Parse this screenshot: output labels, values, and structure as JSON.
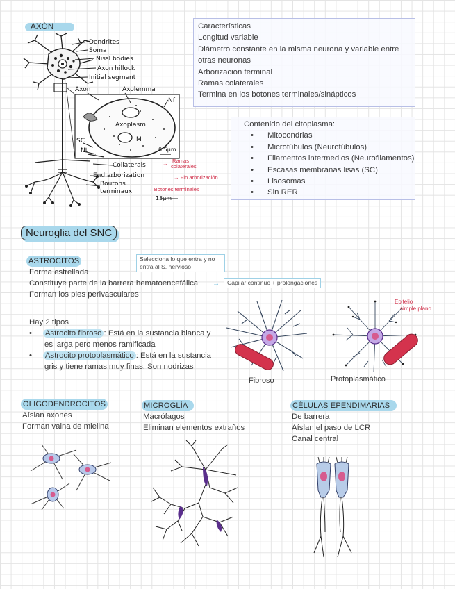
{
  "axon": {
    "title": "AXÓN",
    "diagram_labels": {
      "dendrites": "Dendrites",
      "soma": "Soma",
      "nissl": "Nissl  bodies",
      "hillock": "Axon hillock",
      "initial": "Initial segment",
      "axon": "Axon",
      "axolemma": "Axolemma",
      "nf": "Nf",
      "axoplasm": "Axoplasm",
      "sc": "SC",
      "m": "M",
      "nt": "Nt",
      "scale_small": "0.5μm",
      "collaterals": "Collaterals",
      "end_arborization": "End  arborization",
      "boutons_1": "Boutons",
      "boutons_2": "terminaux",
      "scale_large": "15μm"
    },
    "annotations": {
      "ramas_1": "Ramas",
      "ramas_2": "colaterales",
      "fin": "Fin arborización",
      "botones": "Botones terminales"
    },
    "characteristics": {
      "title": "Características",
      "lines": [
        "Longitud variable",
        "Diámetro constante en la misma neurona y variable entre",
        "otras neuronas",
        "Arborización terminal",
        "Ramas colaterales",
        "Termina en los botones terminales/sinápticos"
      ]
    },
    "cytoplasm": {
      "title": "Contenido del citoplasma:",
      "items": [
        "Mitocondrias",
        "Microtúbulos (Neurotúbulos)",
        "Filamentos intermedios (Neurofilamentos)",
        "Escasas membranas lisas (SC)",
        "Lisosomas",
        "Sin RER"
      ]
    }
  },
  "neuroglia": {
    "title": "Neuroglia del SNC",
    "astrocitos": {
      "heading": "ASTROCITOS",
      "lines": [
        "Forma estrellada",
        "Constituye parte de la barrera hematoencefálica",
        "Forman los pies perivasculares"
      ],
      "callout_1": "Selecciona lo que entra y no",
      "callout_2": "entra al S. nervioso",
      "capillary_note": "Capilar continuo + prolongaciones",
      "types_title": "Hay 2 tipos",
      "type1_name": "Astrocito fibroso",
      "type1_rest_1": ": Está en la sustancia blanca y",
      "type1_rest_2": "es larga pero menos ramificada",
      "type2_name": "Astrocito protoplasmático",
      "type2_rest_1": ": Está en la sustancia",
      "type2_rest_2": "gris y tiene ramas muy finas. Son nodrizas",
      "label_fibroso": "Fibroso",
      "label_proto": "Protoplasmático",
      "epitelio_1": "Epitelio",
      "epitelio_2": "simple plano."
    },
    "oligo": {
      "heading": "OLIGODENDROCITOS",
      "lines": [
        "Aíslan axones",
        "Forman vaina de mielina"
      ]
    },
    "microglia": {
      "heading": "MICROGLÍA",
      "lines": [
        "Macrófagos",
        "Eliminan elementos extraños"
      ]
    },
    "ependimarias": {
      "heading": "CÉLULAS EPENDIMARIAS",
      "lines": [
        "De barrera",
        "Aíslan el paso de LCR",
        "Canal central"
      ]
    }
  },
  "colors": {
    "highlight": "#a9d8ec",
    "annotation_red": "#d0304a",
    "box_border": "#b8bfe6",
    "cell_purple": "#5a2e8c",
    "vessel_red": "#d4334d"
  }
}
